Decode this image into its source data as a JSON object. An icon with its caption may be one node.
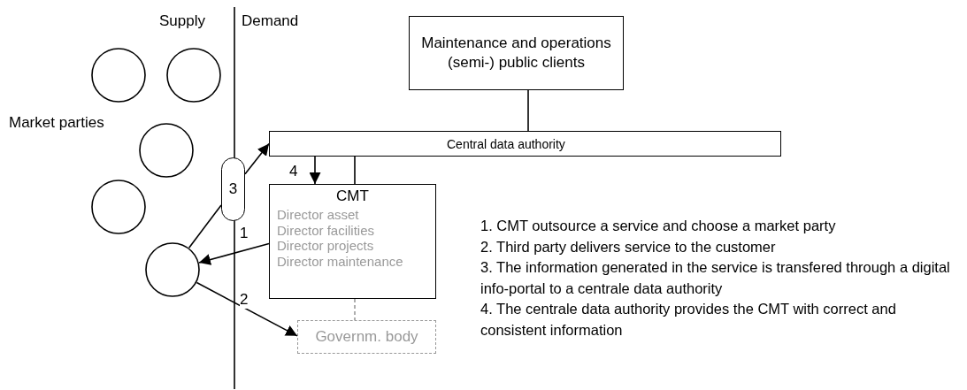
{
  "diagram": {
    "nodes": [
      {
        "text": [
          "Maintenance and operations (semi-) public clients"
        ]
      },
      {
        "text": [
          "Central data authority"
        ]
      },
      {
        "text": [
          "CMT",
          "Director asset",
          "Director facilities",
          "Director projects",
          "Director maintenance"
        ]
      },
      {
        "text": [
          "3"
        ]
      },
      {
        "text": [
          "Governm. body"
        ]
      },
      {
        "text": [],
        "shape": "circle"
      },
      {
        "text": [],
        "shape": "circle"
      },
      {
        "text": [],
        "shape": "circle"
      },
      {
        "text": [],
        "shape": "circle"
      },
      {
        "text": [],
        "shape": "circle"
      }
    ],
    "edges": [
      {
        "from": 0,
        "to": 1,
        "arrow": "none"
      },
      {
        "from": 1,
        "to": 2,
        "arrow": "to",
        "label": "4"
      },
      {
        "from": 1,
        "to": 2,
        "arrow": "none"
      },
      {
        "from": 9,
        "to": 3,
        "arrow": "none"
      },
      {
        "from": 3,
        "to": 1,
        "arrow": "to"
      },
      {
        "from": 2,
        "to": 9,
        "arrow": "to",
        "label": "1"
      },
      {
        "from": 9,
        "to": 4,
        "arrow": "to",
        "label": "2"
      },
      {
        "from": 2,
        "to": 4,
        "arrow": "none",
        "style": "dashed",
        "color": "#999999"
      }
    ],
    "labels": [
      "Supply",
      "Demand",
      "Market parties",
      "1. CMT outsource a service and choose a market party",
      "2. Third party delivers service to the customer",
      "3. The information generated in the service is transfered through a digital info-portal to a centrale data authority",
      "4. The centrale data authority provides the CMT with correct and consistent information"
    ]
  }
}
